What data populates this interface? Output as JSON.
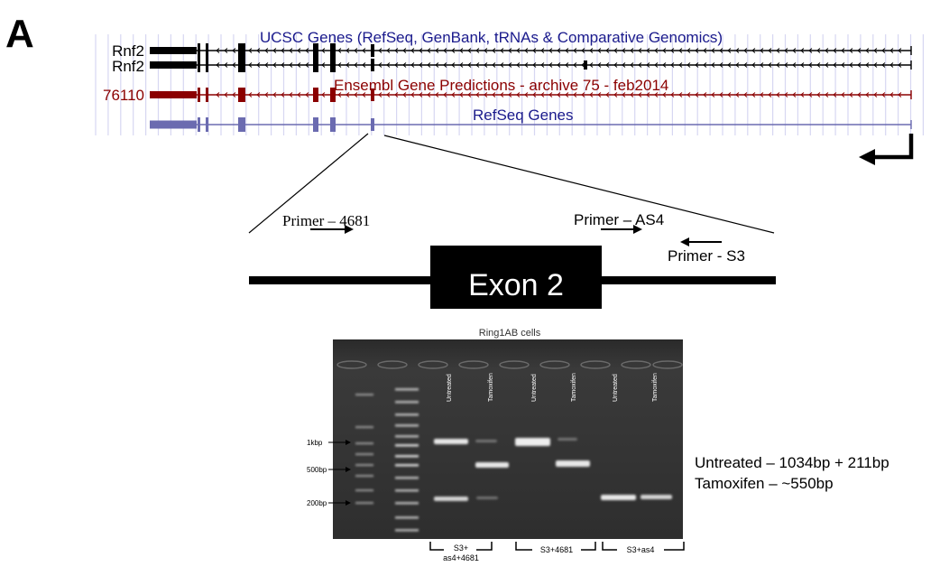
{
  "panel_label": "A",
  "browser": {
    "track_title_ucsc": "UCSC Genes (RefSeq, GenBank, tRNAs & Comparative Genomics)",
    "track_title_ensembl": "Ensembl Gene Predictions - archive 75 - feb2014",
    "track_title_refseq": "RefSeq Genes",
    "gene_label_1": "Rnf2",
    "gene_label_2": "Rnf2",
    "gene_label_3": "76110",
    "colors": {
      "ucsc": "#000000",
      "ensembl": "#8b0000",
      "refseq": "#6b6bb0",
      "title_blue": "#1a1a8c",
      "title_red": "#8b0000",
      "grid": "#d7d7f2"
    }
  },
  "primers": {
    "primer_4681": "Primer – 4681",
    "primer_as4": "Primer – AS4",
    "primer_s3": "Primer - S3",
    "exon_label": "Exon 2"
  },
  "gel": {
    "title": "Ring1AB cells",
    "ladder_1kbp": "1kbp",
    "ladder_500bp": "500bp",
    "ladder_200bp": "200bp",
    "lane_labels": [
      "Untreated",
      "Tamoxifen",
      "Untreated",
      "Tamoxifen",
      "Untreated",
      "Tamoxifen"
    ],
    "group_1_line1": "S3+",
    "group_1_line2": "as4+4681",
    "group_2": "S3+4681",
    "group_3": "S3+as4",
    "result_untreated": "Untreated – 1034bp + 211bp",
    "result_tamoxifen": "Tamoxifen – ~550bp"
  }
}
